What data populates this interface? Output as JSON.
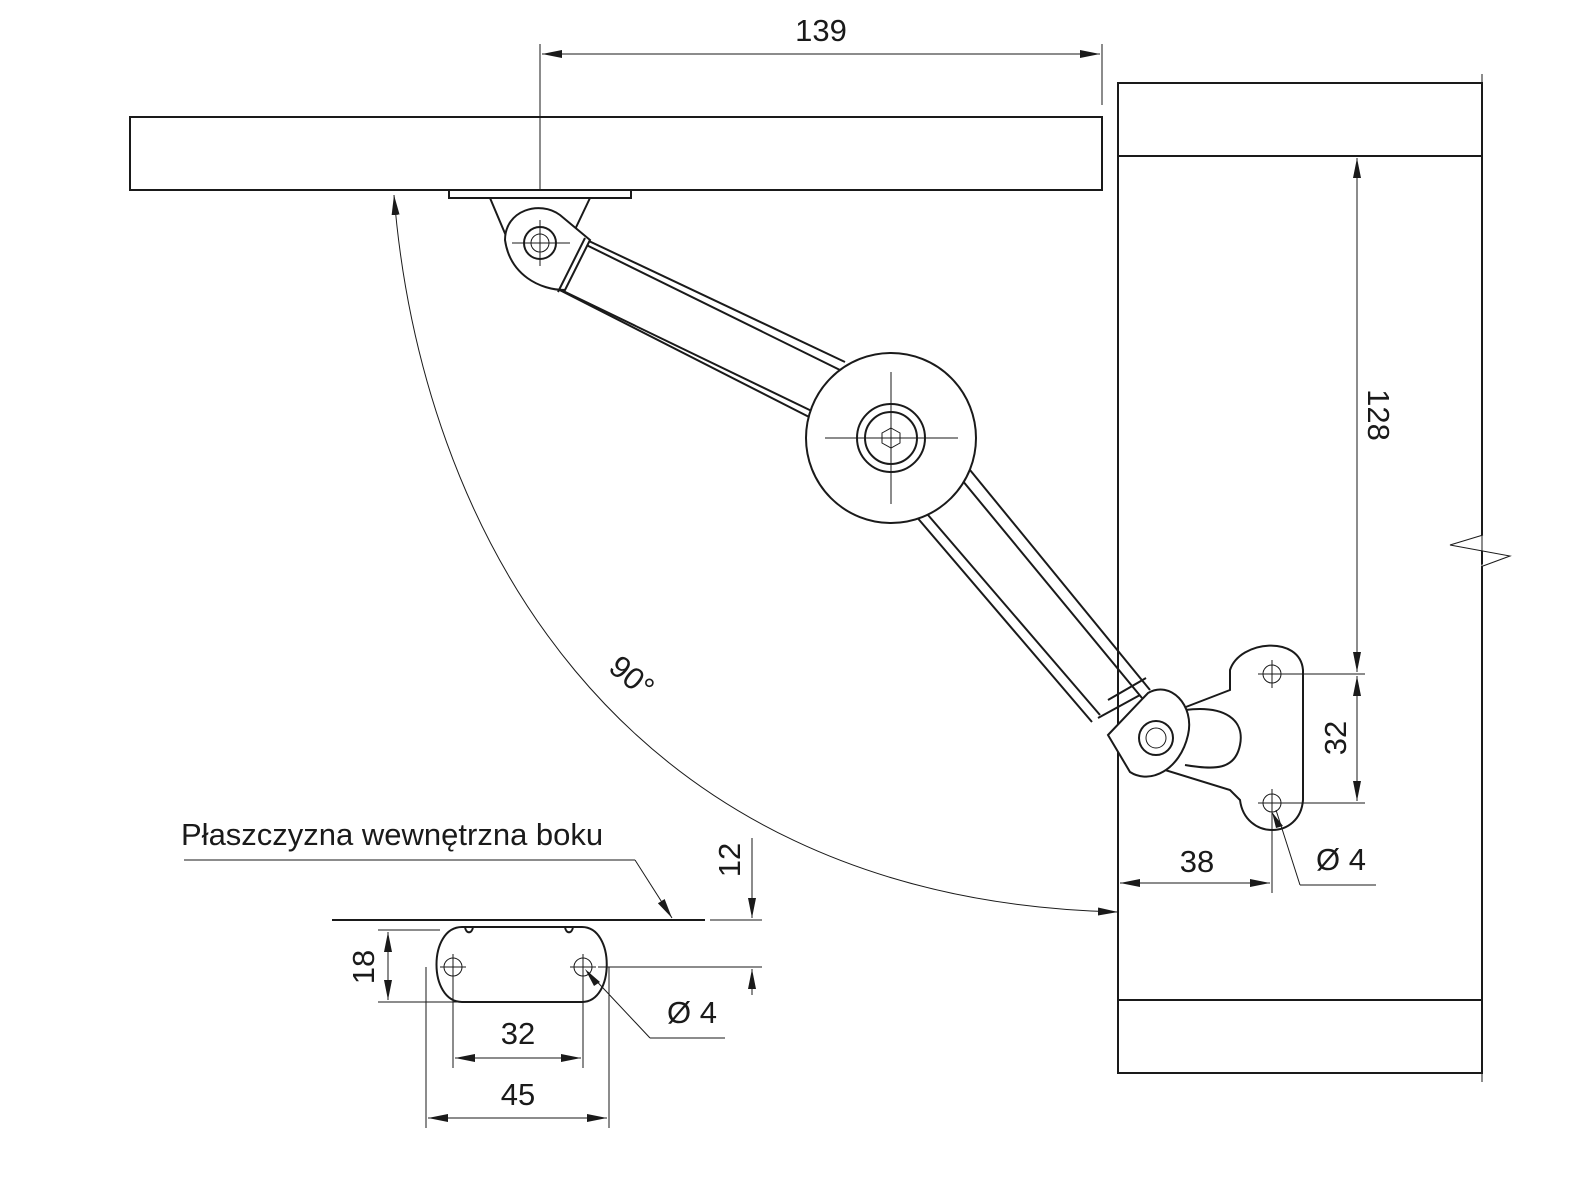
{
  "drawing": {
    "dimensions": {
      "lid_offset": "139",
      "hole_spacing_vertical": "128",
      "bracket_hole_pitch": "32",
      "bracket_from_edge": "38",
      "bracket_hole_diameter": "Ø 4",
      "opening_angle": "90°",
      "plate_offset": "12",
      "plate_height": "18",
      "plate_hole_pitch": "32",
      "plate_width": "45",
      "plate_hole_diameter": "Ø 4"
    },
    "labels": {
      "inner_plane": "Płaszczyzna wewnętrzna boku"
    }
  }
}
